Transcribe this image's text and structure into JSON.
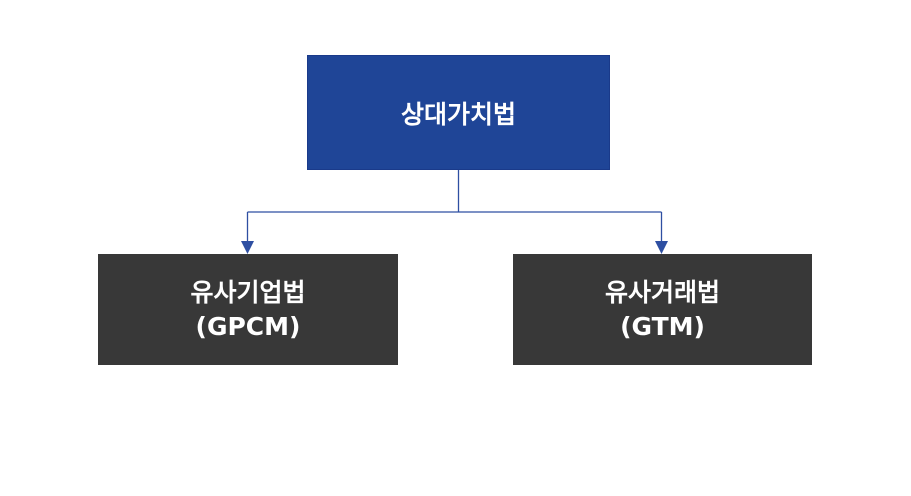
{
  "colors": {
    "root_fill": "#1f4597",
    "child_fill": "#383838",
    "connector": "#2e4fa2",
    "text": "#ffffff"
  },
  "root": {
    "label": "상대가치법"
  },
  "children": [
    {
      "label": "유사기업법",
      "sublabel": "(GPCM)"
    },
    {
      "label": "유사거래법",
      "sublabel": "(GTM)"
    }
  ]
}
